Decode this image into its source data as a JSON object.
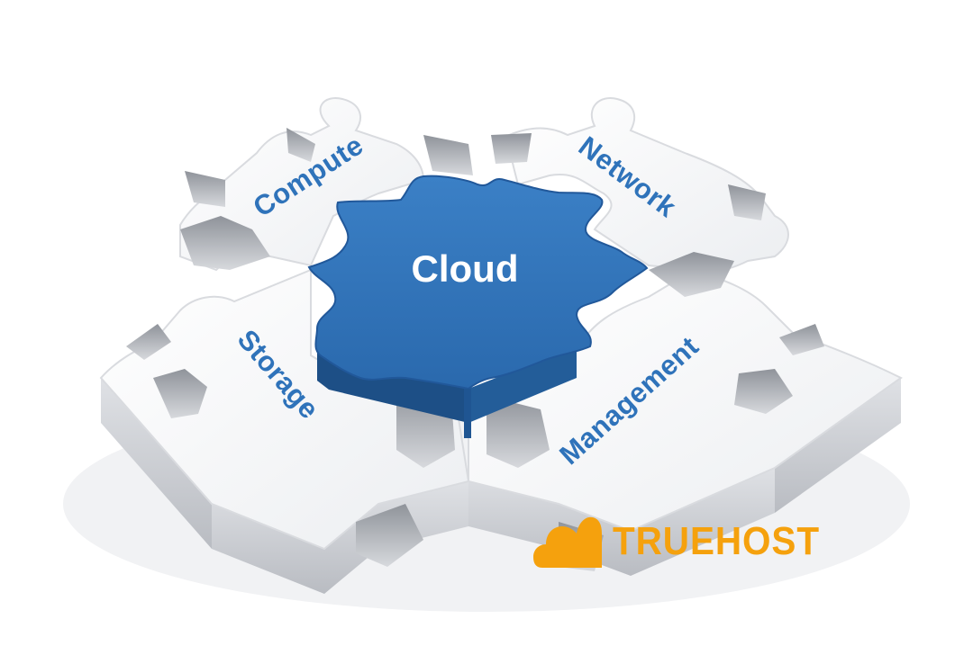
{
  "diagram": {
    "center": {
      "label": "Cloud",
      "color": "#2f73ba"
    },
    "pieces": [
      {
        "id": "compute",
        "label": "Compute"
      },
      {
        "id": "network",
        "label": "Network"
      },
      {
        "id": "storage",
        "label": "Storage"
      },
      {
        "id": "management",
        "label": "Management"
      }
    ],
    "label_color": "#2f73ba",
    "piece_color": "#f7f7f8",
    "shadow_color": "#c9cbd0"
  },
  "brand": {
    "name": "TRUEHOST",
    "icon": "cloud-icon",
    "color": "#f5a10d"
  }
}
